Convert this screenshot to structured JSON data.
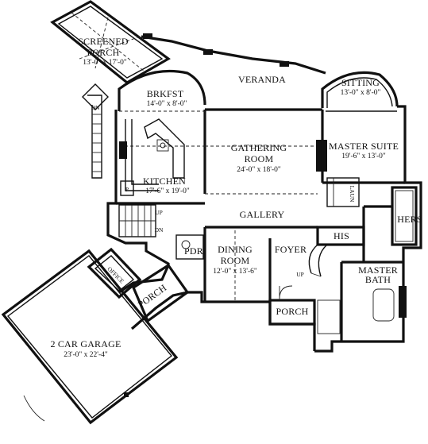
{
  "rooms": {
    "screened_porch": {
      "name_line1": "SCREENED",
      "name_line2": "PORCH",
      "dims": "13'-0\" x 17'-0\""
    },
    "brkfst": {
      "name": "BRKFST",
      "dims": "14'-0\" x 8'-0\""
    },
    "veranda": {
      "name": "VERANDA"
    },
    "sitting": {
      "name": "SITTING",
      "dims": "13'-0\" x 8'-0\""
    },
    "gathering": {
      "name_line1": "GATHERING",
      "name_line2": "ROOM",
      "dims": "24'-0\" x 18'-0\""
    },
    "master_suite": {
      "name": "MASTER SUITE",
      "dims": "19'-6\" x 13'-0\""
    },
    "kitchen": {
      "name": "KITCHEN",
      "dims": "17'-6\" x 19'-0\""
    },
    "laun": {
      "name": "LAUN"
    },
    "hers": {
      "name": "HERS"
    },
    "gallery": {
      "name": "GALLERY"
    },
    "his": {
      "name": "HIS"
    },
    "dining": {
      "name_line1": "DINING",
      "name_line2": "ROOM",
      "dims": "12'-0\" x 13'-6\""
    },
    "foyer": {
      "name": "FOYER"
    },
    "pdr": {
      "name": "PDR"
    },
    "master_bath": {
      "name_line1": "MASTER",
      "name_line2": "BATH"
    },
    "office": {
      "name": "OFFICE"
    },
    "porch_side": {
      "name": "PORCH"
    },
    "porch_front": {
      "name": "PORCH"
    },
    "garage": {
      "name": "2 CAR GARAGE",
      "dims": "23'-0\" x 22'-4\""
    }
  },
  "annotations": {
    "dn_deck": "DN",
    "up_stair": "UP",
    "dn_stair": "DN",
    "up_foyer": "UP",
    "pantry": "P"
  }
}
